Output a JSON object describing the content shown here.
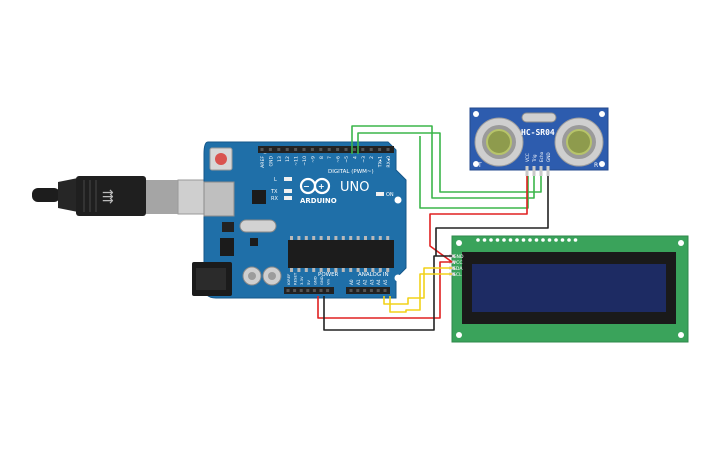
{
  "arduino": {
    "brand": "ARDUINO",
    "model": "UNO",
    "digital_header": "DIGITAL (PWM~)",
    "power_header": "POWER",
    "analog_header": "ANALOG IN",
    "on_label": "ON",
    "led_l": "L",
    "led_tx": "TX",
    "led_rx": "RX",
    "digital_pins": [
      "AREF",
      "GND",
      "13",
      "12",
      "~11",
      "~10",
      "~9",
      "8",
      "7",
      "~6",
      "~5",
      "4",
      "~3",
      "2",
      "TX▸1",
      "RX◂0"
    ],
    "power_pins": [
      "IOREF",
      "RESET",
      "3.3V",
      "5V",
      "GND",
      "GND",
      "Vin"
    ],
    "analog_pins": [
      "A0",
      "A1",
      "A2",
      "A3",
      "A4",
      "A5"
    ],
    "board_color": "#1f6fa8"
  },
  "sensor": {
    "name": "HC-SR04",
    "pins": [
      "VCC",
      "Trig",
      "Echo",
      "GND"
    ],
    "corner_left": "T",
    "corner_right": "R",
    "board_color": "#2d5cae"
  },
  "lcd": {
    "pins": [
      "GND",
      "VCC",
      "SDA",
      "SCL"
    ],
    "board_color": "#3aa35b",
    "screen_color": "#1d2b63"
  },
  "wires": {
    "green": "#3bb54a",
    "red": "#e02020",
    "black": "#222222",
    "yellow": "#f2d21a"
  },
  "usb": {
    "cable_color": "#1d1d1d",
    "plug_color": "#c9c9c9"
  }
}
